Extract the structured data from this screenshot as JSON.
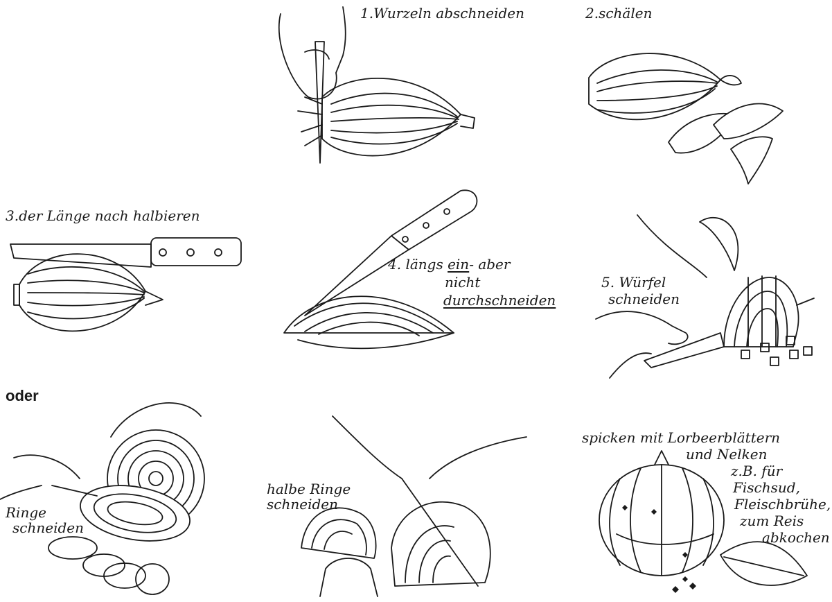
{
  "steps": {
    "step1": "1.Wurzeln abschneiden",
    "step2": "2.schälen",
    "step3": "3.der Länge nach halbieren",
    "step4_a": "4. längs ",
    "step4_b": "ein",
    "step4_c": "- aber",
    "step4_d": "nicht",
    "step4_e": "durchschneiden",
    "step5_a": "5. Würfel",
    "step5_b": "schneiden"
  },
  "oder": "oder",
  "bottom": {
    "rings_a": "Ringe",
    "rings_b": "schneiden",
    "halfrings_a": "halbe Ringe",
    "halfrings_b": "schneiden",
    "spick_1": "spicken mit Lorbeerblättern",
    "spick_2": "und Nelken",
    "spick_3": "z.B. für",
    "spick_4": "Fischsud,",
    "spick_5": "Fleischbrühe,",
    "spick_6": "zum Reis",
    "spick_7": "abkochen"
  },
  "colors": {
    "ink": "#1a1a1a",
    "paper": "#ffffff"
  }
}
